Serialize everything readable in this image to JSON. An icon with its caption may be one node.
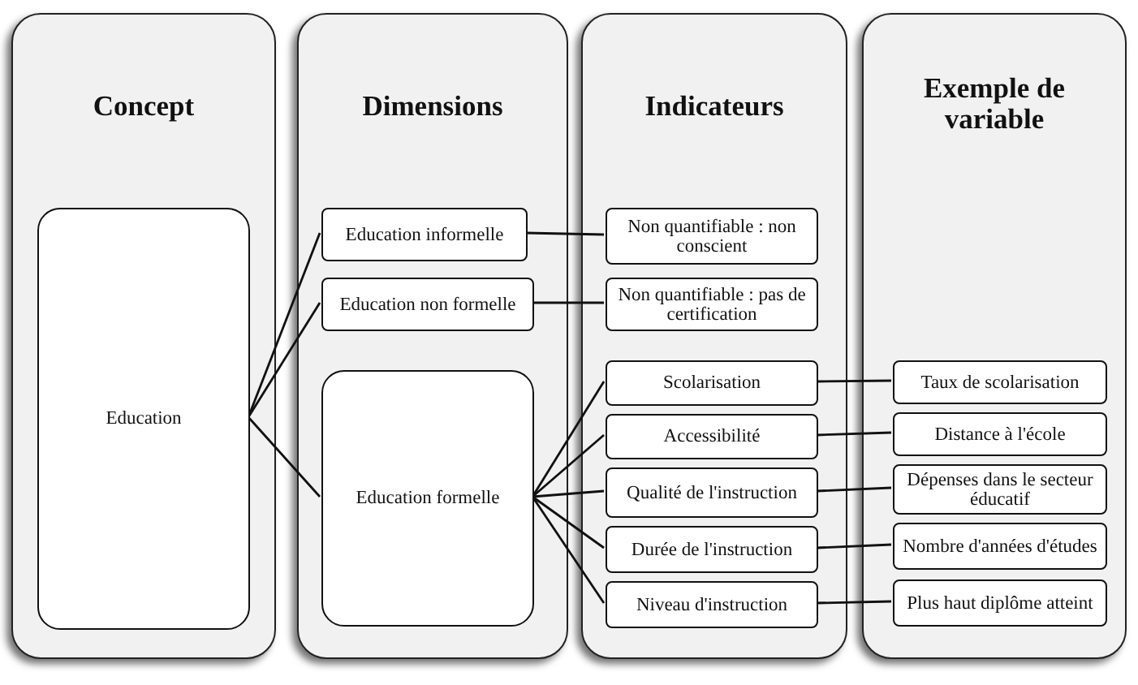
{
  "diagram": {
    "nodes": [
      {
        "text": [
          "Concept"
        ]
      },
      {
        "text": [
          "Education"
        ],
        "in": 0
      },
      {
        "text": [
          "Dimensions"
        ]
      },
      {
        "text": [
          "Education informelle"
        ],
        "in": 2
      },
      {
        "text": [
          "Education non formelle"
        ],
        "in": 2
      },
      {
        "text": [
          "Education formelle"
        ],
        "in": 2
      },
      {
        "text": [
          "Indicateurs"
        ]
      },
      {
        "text": [
          "Non quantifiable : non conscient"
        ],
        "in": 6
      },
      {
        "text": [
          "Non quantifiable : pas de certification"
        ],
        "in": 6
      },
      {
        "text": [
          "Scolarisation"
        ],
        "in": 6
      },
      {
        "text": [
          "Accessibilité"
        ],
        "in": 6
      },
      {
        "text": [
          "Qualité de l'instruction"
        ],
        "in": 6
      },
      {
        "text": [
          "Durée de l'instruction"
        ],
        "in": 6
      },
      {
        "text": [
          "Niveau d'instruction"
        ],
        "in": 6
      },
      {
        "text": [
          "Exemple de variable"
        ]
      },
      {
        "text": [
          "Taux de scolarisation"
        ],
        "in": 14
      },
      {
        "text": [
          "Distance à l'école"
        ],
        "in": 14
      },
      {
        "text": [
          "Dépenses dans le secteur éducatif"
        ],
        "in": 14
      },
      {
        "text": [
          "Nombre d'années d'études"
        ],
        "in": 14
      },
      {
        "text": [
          "Plus haut diplôme  atteint"
        ],
        "in": 14
      }
    ],
    "edges": [
      {
        "from": 1,
        "to": 3,
        "arrow": "none"
      },
      {
        "from": 1,
        "to": 4,
        "arrow": "none"
      },
      {
        "from": 1,
        "to": 5,
        "arrow": "none"
      },
      {
        "from": 3,
        "to": 7,
        "arrow": "none"
      },
      {
        "from": 4,
        "to": 8,
        "arrow": "none"
      },
      {
        "from": 5,
        "to": 9,
        "arrow": "none"
      },
      {
        "from": 5,
        "to": 10,
        "arrow": "none"
      },
      {
        "from": 5,
        "to": 11,
        "arrow": "none"
      },
      {
        "from": 5,
        "to": 12,
        "arrow": "none"
      },
      {
        "from": 5,
        "to": 13,
        "arrow": "none"
      },
      {
        "from": 9,
        "to": 15,
        "arrow": "none"
      },
      {
        "from": 10,
        "to": 16,
        "arrow": "none"
      },
      {
        "from": 11,
        "to": 17,
        "arrow": "none"
      },
      {
        "from": 12,
        "to": 18,
        "arrow": "none"
      },
      {
        "from": 13,
        "to": 19,
        "arrow": "none"
      }
    ]
  }
}
